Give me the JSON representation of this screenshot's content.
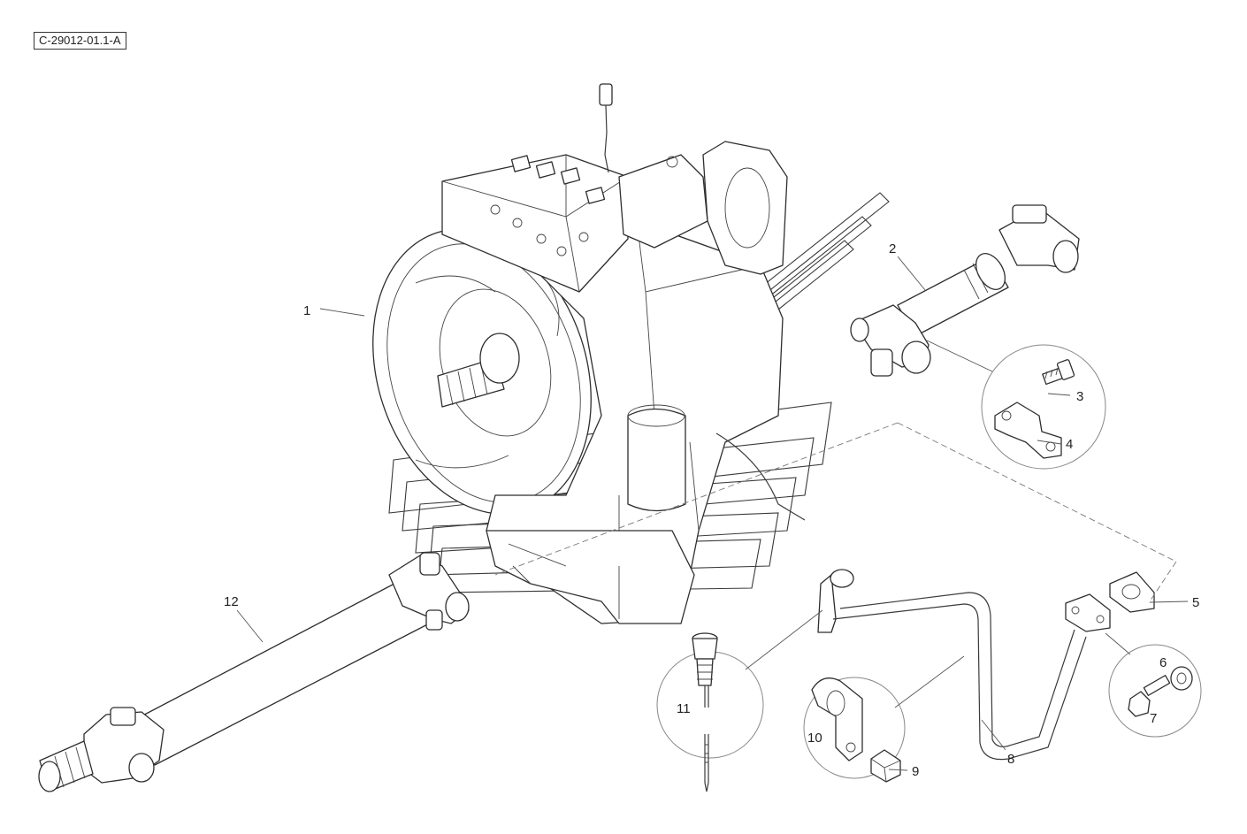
{
  "drawing": {
    "reference_code": "C-29012-01.1-A"
  },
  "callouts": [
    {
      "id": "1",
      "label": "1"
    },
    {
      "id": "2",
      "label": "2"
    },
    {
      "id": "3",
      "label": "3"
    },
    {
      "id": "4",
      "label": "4"
    },
    {
      "id": "5",
      "label": "5"
    },
    {
      "id": "6",
      "label": "6"
    },
    {
      "id": "7",
      "label": "7"
    },
    {
      "id": "8",
      "label": "8"
    },
    {
      "id": "9",
      "label": "9"
    },
    {
      "id": "10",
      "label": "10"
    },
    {
      "id": "11",
      "label": "11"
    },
    {
      "id": "12",
      "label": "12"
    }
  ]
}
